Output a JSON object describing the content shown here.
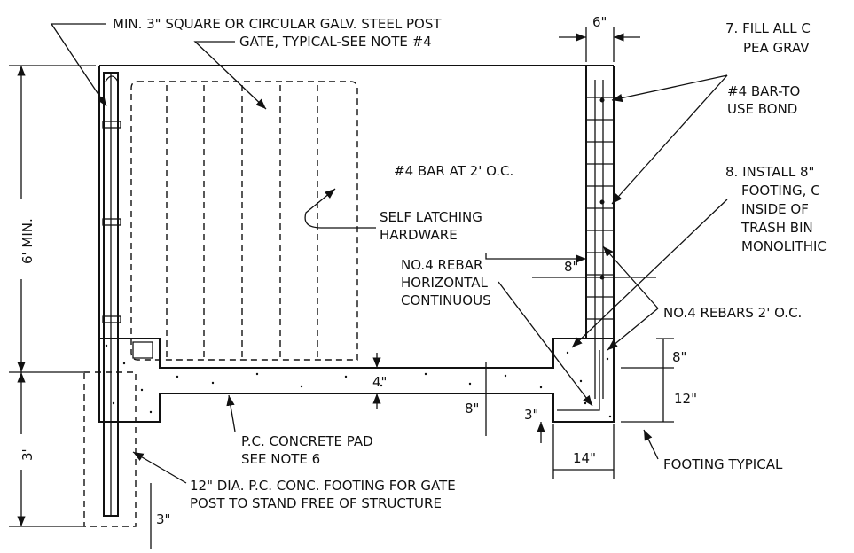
{
  "callouts": {
    "post": "MIN. 3\" SQUARE OR CIRCULAR GALV. STEEL POST",
    "gate": "GATE, TYPICAL-SEE NOTE #4",
    "bar_oc": "#4 BAR AT 2' O.C.",
    "latch_1": "SELF LATCHING",
    "latch_2": "HARDWARE",
    "rebar_h_1": "NO.4 REBAR",
    "rebar_h_2": "HORIZONTAL",
    "rebar_h_3": "CONTINUOUS",
    "rebars_oc": "NO.4 REBARS 2' O.C.",
    "pad_1": "P.C. CONCRETE PAD",
    "pad_2": "SEE NOTE 6",
    "footing_1": "12\" DIA. P.C. CONC. FOOTING FOR GATE",
    "footing_2": "POST TO STAND FREE OF STRUCTURE",
    "footing_typ": "FOOTING TYPICAL"
  },
  "notes": {
    "n7_1": "7.  FILL ALL C",
    "n7_2": "PEA GRAV",
    "bar_to_1": "#4 BAR-TO",
    "bar_to_2": "USE BOND",
    "n8_1": "8. INSTALL 8\"",
    "n8_2": "FOOTING, C",
    "n8_3": "INSIDE OF",
    "n8_4": "TRASH BIN",
    "n8_5": "MONOLITHIC"
  },
  "dimensions": {
    "height_6": "6' MIN.",
    "height_3": "3'",
    "wall_width": "6\"",
    "rebar_8": "8\"",
    "pad_4": "4\"",
    "pad_8": "8\"",
    "pad_3": "3\"",
    "foot_8": "8\"",
    "foot_12": "12\"",
    "foot_14": "14\"",
    "post_3": "3\""
  }
}
